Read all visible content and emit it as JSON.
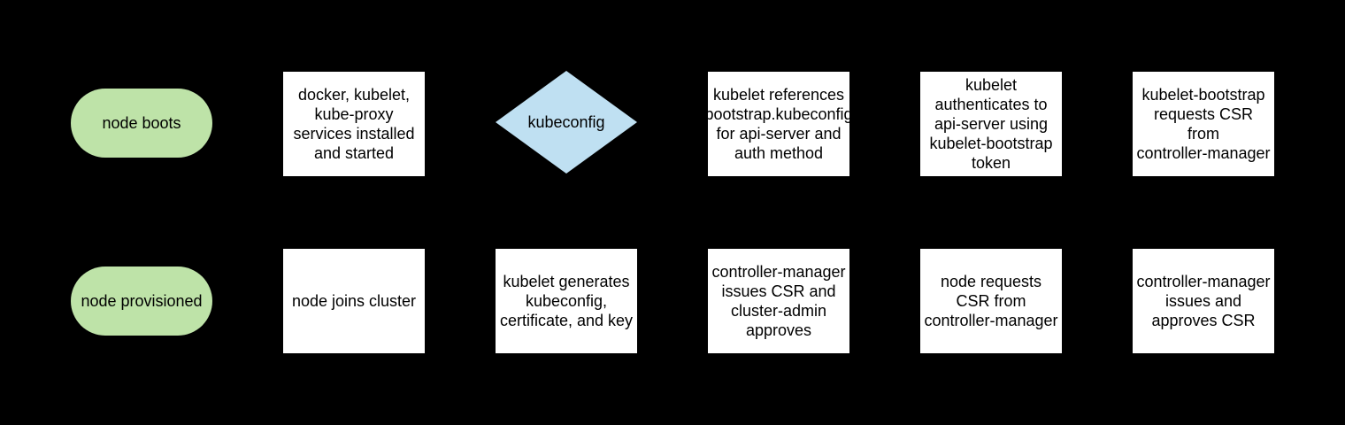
{
  "colors": {
    "canvas_bg": "#000000",
    "terminator_fill": "#bee3a8",
    "decision_fill": "#bfe0f2",
    "process_fill": "#ffffff",
    "text_color": "#000000"
  },
  "nodes": [
    {
      "id": "node-boots",
      "type": "terminator",
      "row": 1,
      "col": 1,
      "label": "node boots"
    },
    {
      "id": "services-installed",
      "type": "process",
      "row": 1,
      "col": 2,
      "label": "docker, kubelet,\nkube-proxy\nservices installed\nand started"
    },
    {
      "id": "kubeconfig-decision",
      "type": "decision",
      "row": 1,
      "col": 3,
      "label": "kubeconfig"
    },
    {
      "id": "kubelet-references",
      "type": "process",
      "row": 1,
      "col": 4,
      "label": "kubelet references\nbootstrap.kubeconfig\nfor api-server and\nauth method"
    },
    {
      "id": "kubelet-authenticates",
      "type": "process",
      "row": 1,
      "col": 5,
      "label": "kubelet\nauthenticates to\napi-server using\nkubelet-bootstrap\ntoken"
    },
    {
      "id": "bootstrap-requests-csr",
      "type": "process",
      "row": 1,
      "col": 6,
      "label": "kubelet-bootstrap\nrequests CSR\nfrom\ncontroller-manager"
    },
    {
      "id": "node-provisioned",
      "type": "terminator",
      "row": 2,
      "col": 1,
      "label": "node provisioned"
    },
    {
      "id": "node-joins-cluster",
      "type": "process",
      "row": 2,
      "col": 2,
      "label": "node joins cluster"
    },
    {
      "id": "kubelet-generates",
      "type": "process",
      "row": 2,
      "col": 3,
      "label": "kubelet generates\nkubeconfig,\ncertificate, and key"
    },
    {
      "id": "cm-issues-csr-admin-approves",
      "type": "process",
      "row": 2,
      "col": 4,
      "label": "controller-manager\nissues CSR and\ncluster-admin\napproves"
    },
    {
      "id": "node-requests-csr",
      "type": "process",
      "row": 2,
      "col": 5,
      "label": "node requests\nCSR from\ncontroller-manager"
    },
    {
      "id": "cm-issues-approves-csr",
      "type": "process",
      "row": 2,
      "col": 6,
      "label": "controller-manager\nissues and\napproves CSR"
    }
  ]
}
